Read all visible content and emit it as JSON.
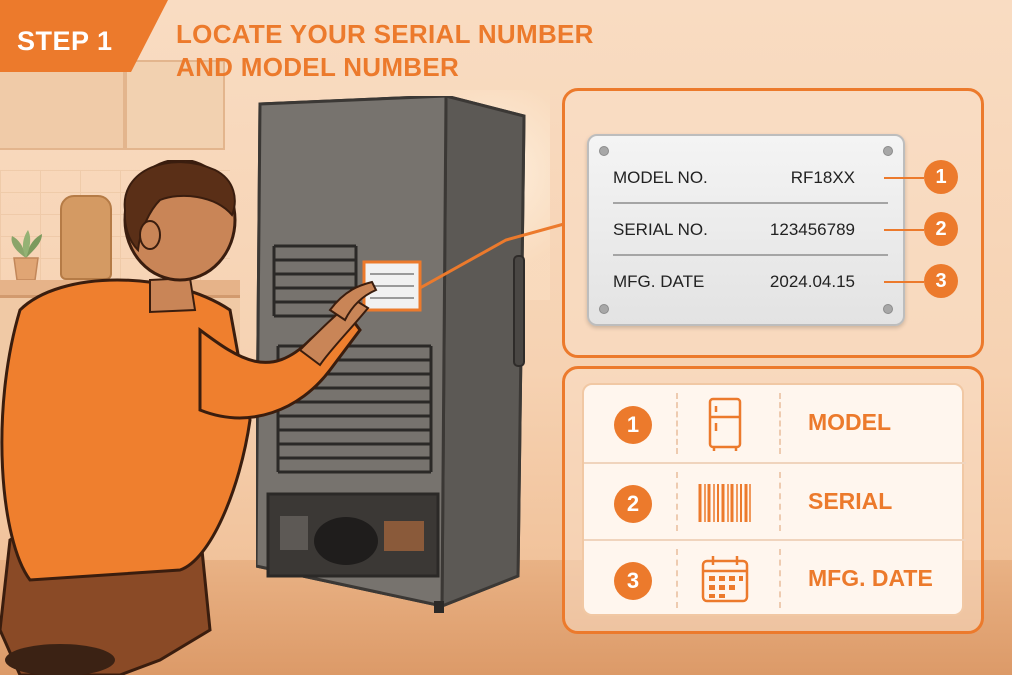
{
  "header": {
    "step": "STEP 1",
    "title_line1": "LOCATE YOUR SERIAL NUMBER",
    "title_line2": "AND MODEL NUMBER"
  },
  "colors": {
    "accent": "#ec7a2c",
    "fridge": "#6e6a66",
    "shirt": "#ef7f2e"
  },
  "label_plate": {
    "rows": [
      {
        "label": "MODEL NO.",
        "value": "RF18XX",
        "num": "1"
      },
      {
        "label": "SERIAL NO.",
        "value": "123456789",
        "num": "2"
      },
      {
        "label": "MFG. DATE",
        "value": "2024.04.15",
        "num": "3"
      }
    ]
  },
  "legend": {
    "rows": [
      {
        "num": "1",
        "icon": "fridge-icon",
        "label": "MODEL"
      },
      {
        "num": "2",
        "icon": "barcode-icon",
        "label": "SERIAL"
      },
      {
        "num": "3",
        "icon": "calendar-icon",
        "label": "MFG. DATE"
      }
    ]
  }
}
